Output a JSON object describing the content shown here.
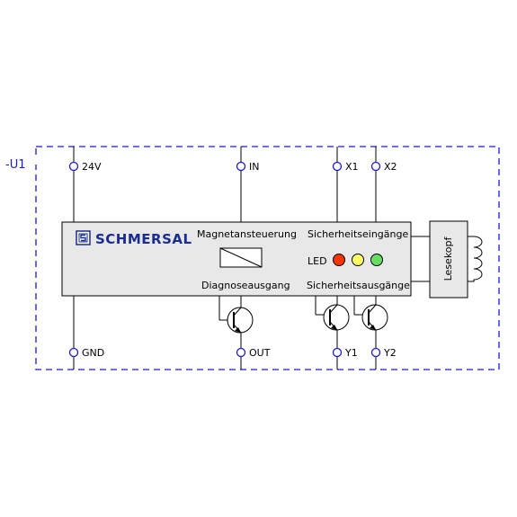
{
  "device_ref": "-U1",
  "brand": "SCHMERSAL",
  "terminals": {
    "t24v": "24V",
    "in": "IN",
    "x1": "X1",
    "x2": "X2",
    "gnd": "GND",
    "out": "OUT",
    "y1": "Y1",
    "y2": "Y2"
  },
  "module": {
    "magnet_control": "Magnetansteuerung",
    "diag_output": "Diagnoseausgang",
    "safety_inputs": "Sicherheitseingänge",
    "safety_outputs": "Sicherheitsausgänge",
    "led_label": "LED",
    "reading_head": "Lesekopf"
  },
  "colors": {
    "led_red": "#ff3300",
    "led_yellow": "#ffff66",
    "led_green": "#66dd66",
    "module_fill": "#e8e8e8",
    "dashed_border": "#1a1acc",
    "brand": "#1a2d8f"
  },
  "icons": [
    "schmersal-logo-icon",
    "relay-coil-icon",
    "transistor-icon",
    "inductor-coil-icon"
  ]
}
